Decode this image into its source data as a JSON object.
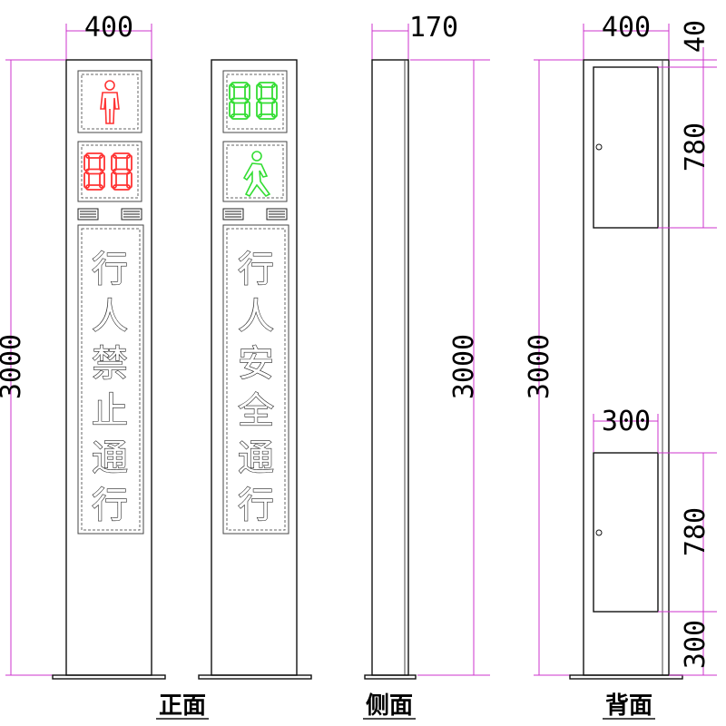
{
  "colors": {
    "dimension_line": "#cc33cc",
    "red_signal": "#ff3333",
    "green_signal": "#33dd33",
    "outline": "#111111"
  },
  "views": {
    "front": {
      "label": "正面"
    },
    "side": {
      "label": "侧面"
    },
    "back": {
      "label": "背面"
    }
  },
  "dimensions": {
    "front_width": "400",
    "front_height": "3000",
    "side_width": "170",
    "side_height": "3000",
    "back_width": "400",
    "back_height": "3000",
    "back_top_gap": "40",
    "back_upper_door": "780",
    "back_lower_door": "780",
    "back_bottom_gap": "300",
    "back_door_width": "300"
  },
  "signs": {
    "stop": {
      "counter": "88",
      "counter_color": "red",
      "figure_icon": "standing-pedestrian-icon",
      "text": [
        "行",
        "人",
        "禁",
        "止",
        "通",
        "行"
      ]
    },
    "go": {
      "counter": "88",
      "counter_color": "green",
      "figure_icon": "walking-pedestrian-icon",
      "text": [
        "行",
        "人",
        "安",
        "全",
        "通",
        "行"
      ]
    }
  }
}
